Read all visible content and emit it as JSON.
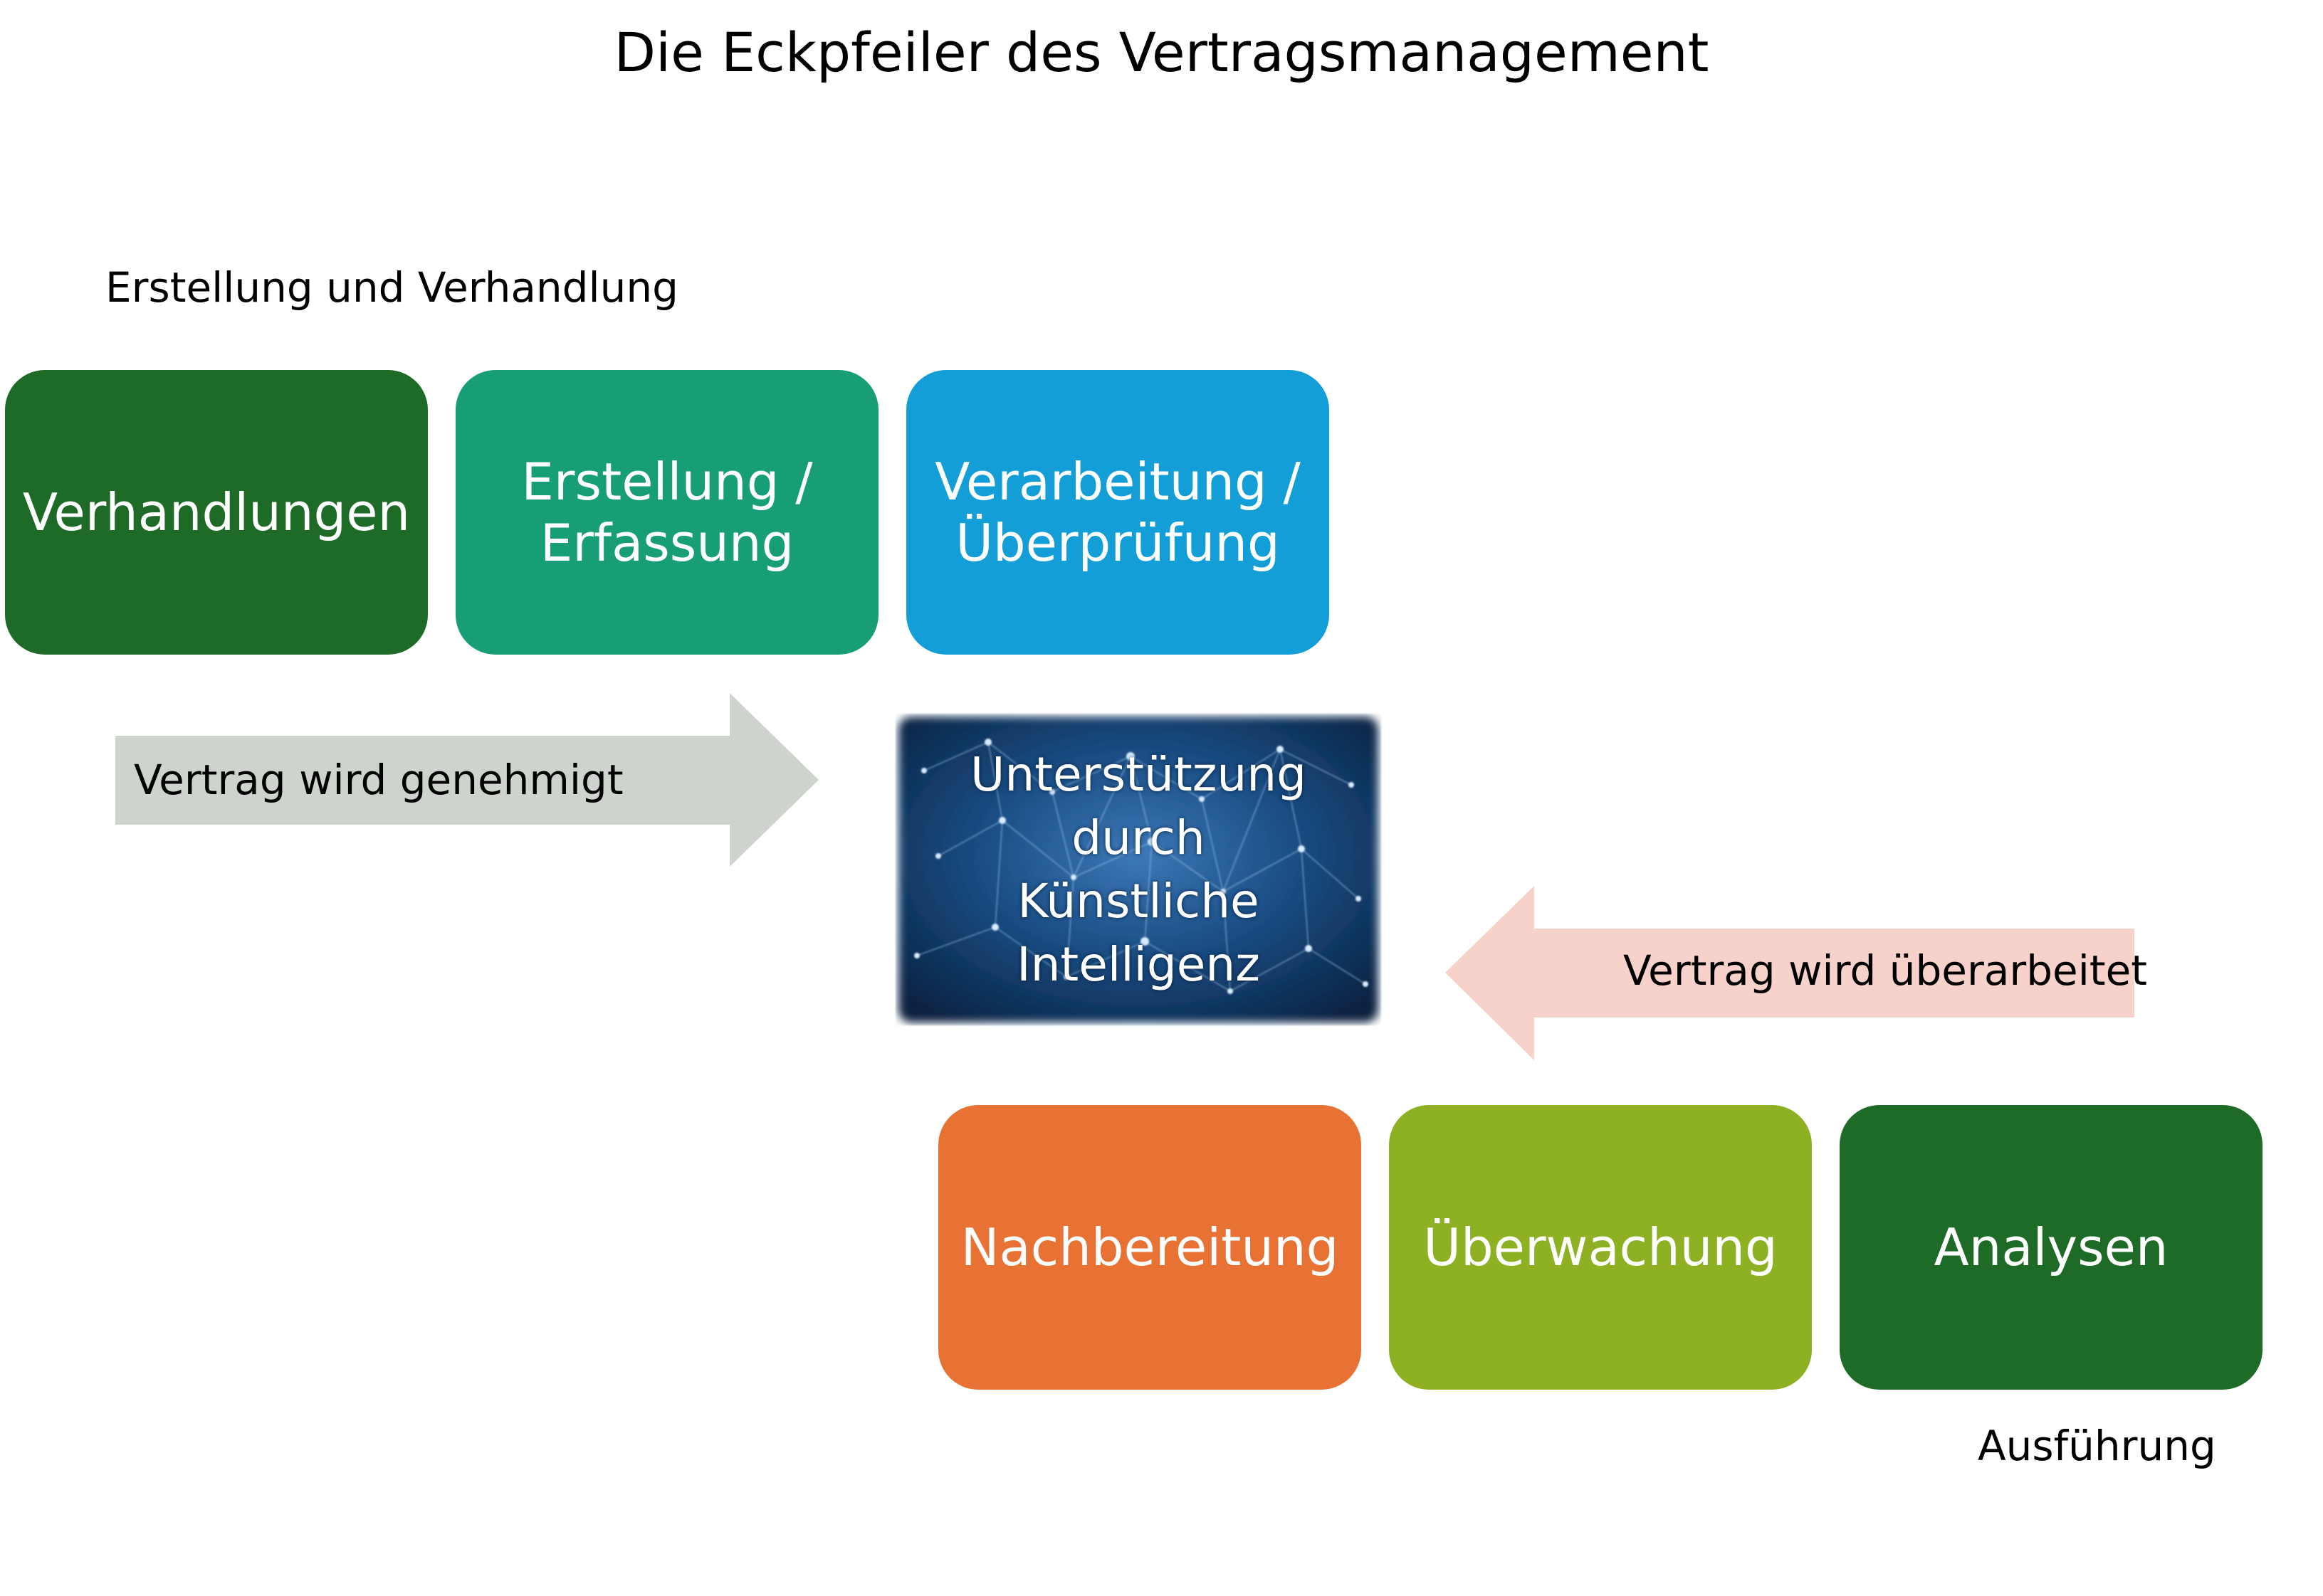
{
  "title": "Die Eckpfeiler des Vertragsmanagement",
  "sections": {
    "creation_label": "Erstellung und Verhandlung",
    "execution_label": "Ausführung"
  },
  "boxes_top": [
    {
      "label": "Verhandlungen",
      "color": "#1E6B28"
    },
    {
      "label": "Erstellung /\nErfassung",
      "color": "#189E77"
    },
    {
      "label": "Verarbeitung /\nÜberprüfung",
      "color": "#139ED8"
    }
  ],
  "boxes_bottom": [
    {
      "label": "Nachbereitung",
      "color": "#E87134"
    },
    {
      "label": "Überwachung",
      "color": "#8DB122"
    },
    {
      "label": "Analysen",
      "color": "#1E6B28"
    }
  ],
  "arrows": {
    "approved": {
      "label": "Vertrag wird genehmigt",
      "color": "#CED4CD"
    },
    "revised": {
      "label": "Vertrag wird überarbeitet",
      "color": "#F6D2CA"
    }
  },
  "center": {
    "label": "Unterstützung\ndurch\nKünstliche\nIntelligenz",
    "image": "neural-network-image"
  }
}
